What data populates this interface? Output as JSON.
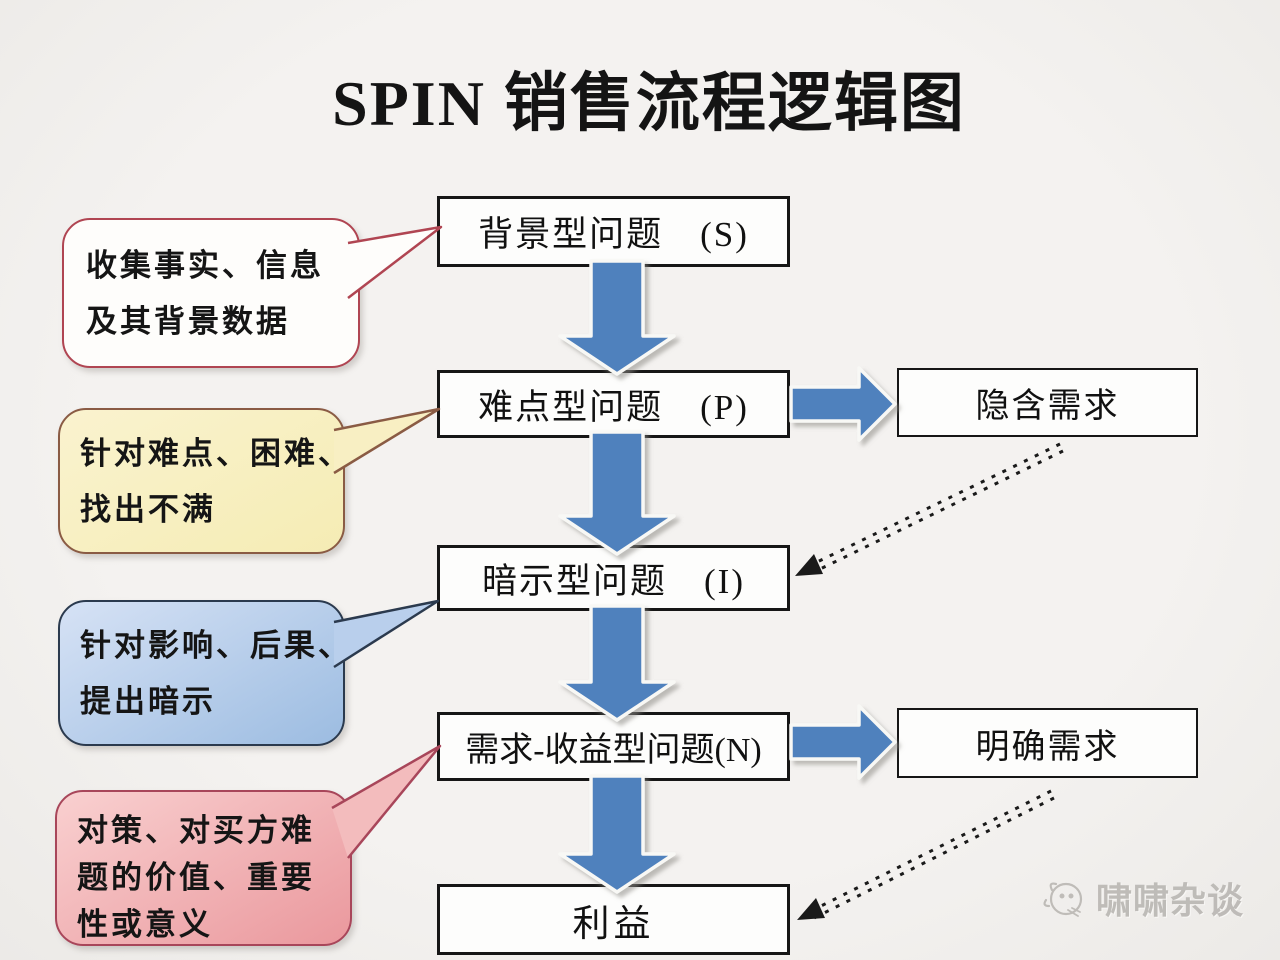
{
  "title": "SPIN 销售流程逻辑图",
  "flow": {
    "stages": [
      {
        "id": "situation",
        "label": "背景型问题　(S)"
      },
      {
        "id": "problem",
        "label": "难点型问题　(P)"
      },
      {
        "id": "implication",
        "label": "暗示型问题　(I)"
      },
      {
        "id": "need_payoff",
        "label": "需求-收益型问题(N)"
      },
      {
        "id": "benefit",
        "label": "利益"
      }
    ],
    "outcomes": [
      {
        "id": "implied_need",
        "label": "隐含需求"
      },
      {
        "id": "explicit_need",
        "label": "明确需求"
      }
    ],
    "callouts": [
      {
        "target": "situation",
        "lines": [
          "收集事实、信息",
          "及其背景数据"
        ],
        "fill": "#fefdfb",
        "border": "#b04552"
      },
      {
        "target": "problem",
        "lines": [
          "针对难点、困难、",
          "找出不满"
        ],
        "fill": "#f8efc3",
        "border": "#8a5b44"
      },
      {
        "target": "implication",
        "lines": [
          "针对影响、后果、",
          "提出暗示"
        ],
        "fill": "#b9cfec",
        "border": "#2b3a4e"
      },
      {
        "target": "need_payoff",
        "lines": [
          "对策、对买方难",
          "题的价值、重要",
          "性或意义"
        ],
        "fill": "#f3bcbd",
        "border": "#a8465a"
      }
    ],
    "connectors": {
      "solid_down_arrows": [
        "situation→problem",
        "problem→implication",
        "implication→need_payoff",
        "need_payoff→benefit"
      ],
      "solid_right_arrows": [
        "problem→implied_need",
        "need_payoff→explicit_need"
      ],
      "dashed_arrows": [
        "implied_need→implication",
        "explicit_need→benefit"
      ]
    }
  },
  "watermark": {
    "text": "啸啸杂谈",
    "icon": "pig-face-icon"
  },
  "colors": {
    "background": "#f1efed",
    "arrow_blue": "#4f81bd",
    "box_border": "#161616",
    "dashed_arrow": "#1a1a1a",
    "watermark_gray": "#b3b0ac"
  }
}
